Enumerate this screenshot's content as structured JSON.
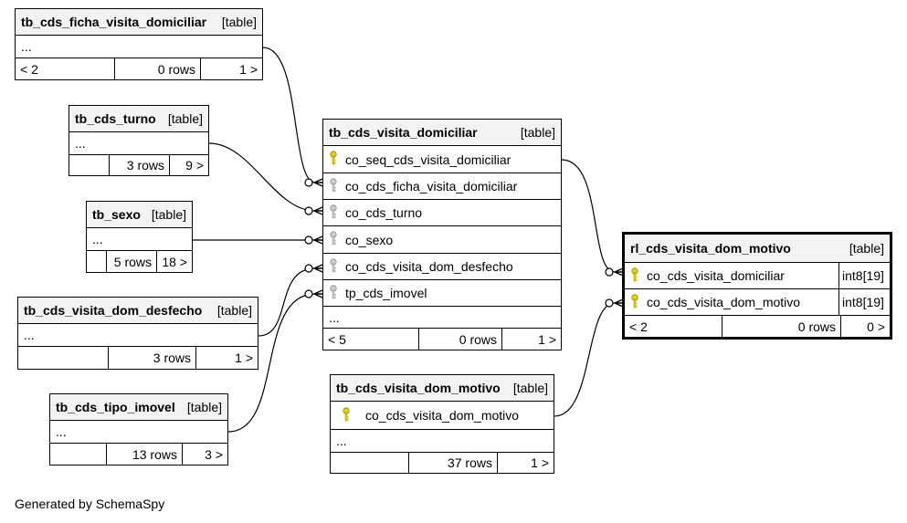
{
  "tables": {
    "ficha": {
      "name": "tb_cds_ficha_visita_domiciliar",
      "kind": "[table]",
      "ellipsis": "...",
      "parents": "< 2",
      "rows": "0 rows",
      "children": "1 >"
    },
    "turno": {
      "name": "tb_cds_turno",
      "kind": "[table]",
      "ellipsis": "...",
      "parents": "",
      "rows": "3 rows",
      "children": "9 >"
    },
    "sexo": {
      "name": "tb_sexo",
      "kind": "[table]",
      "ellipsis": "...",
      "parents": "",
      "rows": "5 rows",
      "children": "18 >"
    },
    "desfecho": {
      "name": "tb_cds_visita_dom_desfecho",
      "kind": "[table]",
      "ellipsis": "...",
      "parents": "",
      "rows": "3 rows",
      "children": "1 >"
    },
    "imovel": {
      "name": "tb_cds_tipo_imovel",
      "kind": "[table]",
      "ellipsis": "...",
      "parents": "",
      "rows": "13 rows",
      "children": "3 >"
    },
    "visita": {
      "name": "tb_cds_visita_domiciliar",
      "kind": "[table]",
      "columns": [
        "co_seq_cds_visita_domiciliar",
        "co_cds_ficha_visita_domiciliar",
        "co_cds_turno",
        "co_sexo",
        "co_cds_visita_dom_desfecho",
        "tp_cds_imovel"
      ],
      "ellipsis": "...",
      "parents": "< 5",
      "rows": "0 rows",
      "children": "1 >"
    },
    "motivo": {
      "name": "tb_cds_visita_dom_motivo",
      "kind": "[table]",
      "columns": [
        "co_cds_visita_dom_motivo"
      ],
      "ellipsis": "...",
      "parents": "",
      "rows": "37 rows",
      "children": "1 >"
    },
    "rl": {
      "name": "rl_cds_visita_dom_motivo",
      "kind": "[table]",
      "columns": [
        "co_cds_visita_domiciliar",
        "co_cds_visita_dom_motivo"
      ],
      "types": [
        "int8[19]",
        "int8[19]"
      ],
      "parents": "< 2",
      "rows": "0 rows",
      "children": "0 >"
    }
  },
  "footer": "Generated by SchemaSpy",
  "colors": {
    "primary_key": "#e8d800",
    "foreign_key": "#a8a8a8",
    "header_bg": "#f3f3f3"
  }
}
